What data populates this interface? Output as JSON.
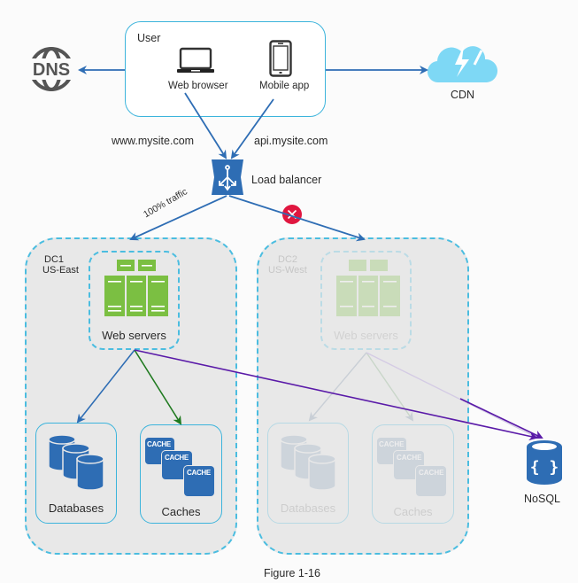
{
  "figure_caption": "Figure 1-16",
  "user": {
    "title": "User",
    "clients": [
      {
        "label": "Web browser",
        "icon": "laptop-icon"
      },
      {
        "label": "Mobile app",
        "icon": "mobile-phone-icon"
      }
    ]
  },
  "dns": {
    "label": "DNS",
    "icon": "globe-icon"
  },
  "cdn": {
    "label": "CDN",
    "icon": "cloud-lightning-icon"
  },
  "domains": {
    "www": "www.mysite.com",
    "api": "api.mysite.com"
  },
  "load_balancer": {
    "label": "Load balancer",
    "icon": "load-balancer-icon"
  },
  "routing": {
    "dc1_label": "100% traffic",
    "dc2_status": "failed",
    "dc2_status_icon": "x-circle-icon"
  },
  "datacenters": [
    {
      "name": "DC1",
      "region": "US-East",
      "active": true,
      "web_servers_label": "Web servers",
      "databases_label": "Databases",
      "caches_label": "Caches",
      "cache_item_label": "CACHE"
    },
    {
      "name": "DC2",
      "region": "US-West",
      "active": false,
      "web_servers_label": "Web servers",
      "databases_label": "Databases",
      "caches_label": "Caches",
      "cache_item_label": "CACHE"
    }
  ],
  "nosql": {
    "label": "NoSQL",
    "icon": "nosql-database-icon"
  },
  "colors": {
    "accent_blue": "#2e6db4",
    "box_border": "#3cb4dc",
    "server_green": "#7bbf42",
    "cache_arrow_green": "#1f7a1f",
    "nosql_arrow_purple": "#5a1aa8",
    "error_red": "#e0163f",
    "cdn_cloud": "#7ed8f5",
    "icon_gray": "#555555"
  }
}
